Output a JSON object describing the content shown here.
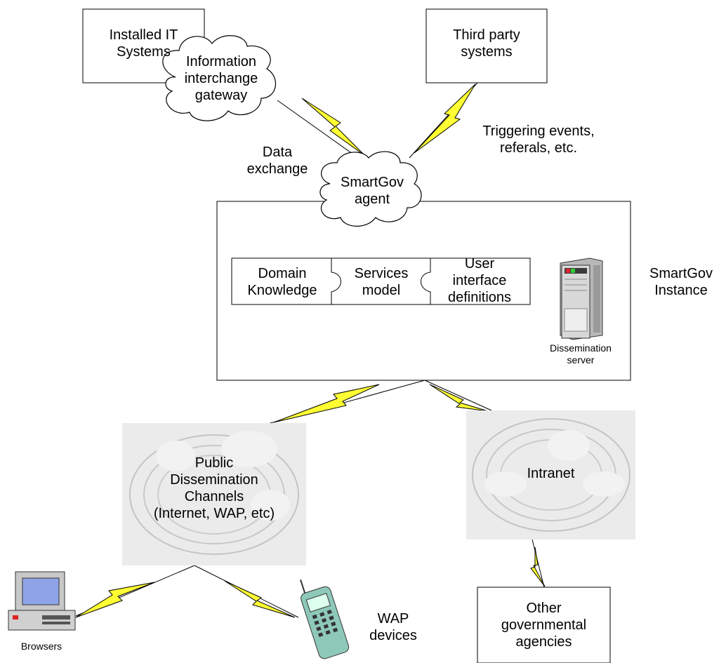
{
  "nodes": {
    "installed_it": "Installed IT\nSystems",
    "third_party": "Third party\nsystems",
    "info_gateway": "Information\ninterchange\ngateway",
    "data_exchange": "Data\nexchange",
    "triggering": "Triggering events,\nreferals, etc.",
    "agent": "SmartGov\nagent",
    "domain_knowledge": "Domain\nKnowledge",
    "services_model": "Services\nmodel",
    "ui_definitions": "User\ninterface\ndefinitions",
    "dissemination_server": "Dissemination\nserver",
    "instance": "SmartGov\nInstance",
    "public_channels": "Public\nDissemination\nChannels\n(Internet, WAP, etc)",
    "intranet": "Intranet",
    "browsers": "Browsers",
    "wap_devices": "WAP\ndevices",
    "other_agencies": "Other\ngovernmental\nagencies"
  },
  "colors": {
    "lightning": "#ffff33",
    "cloud_fill": "#e6e6e6",
    "line": "#000000"
  }
}
